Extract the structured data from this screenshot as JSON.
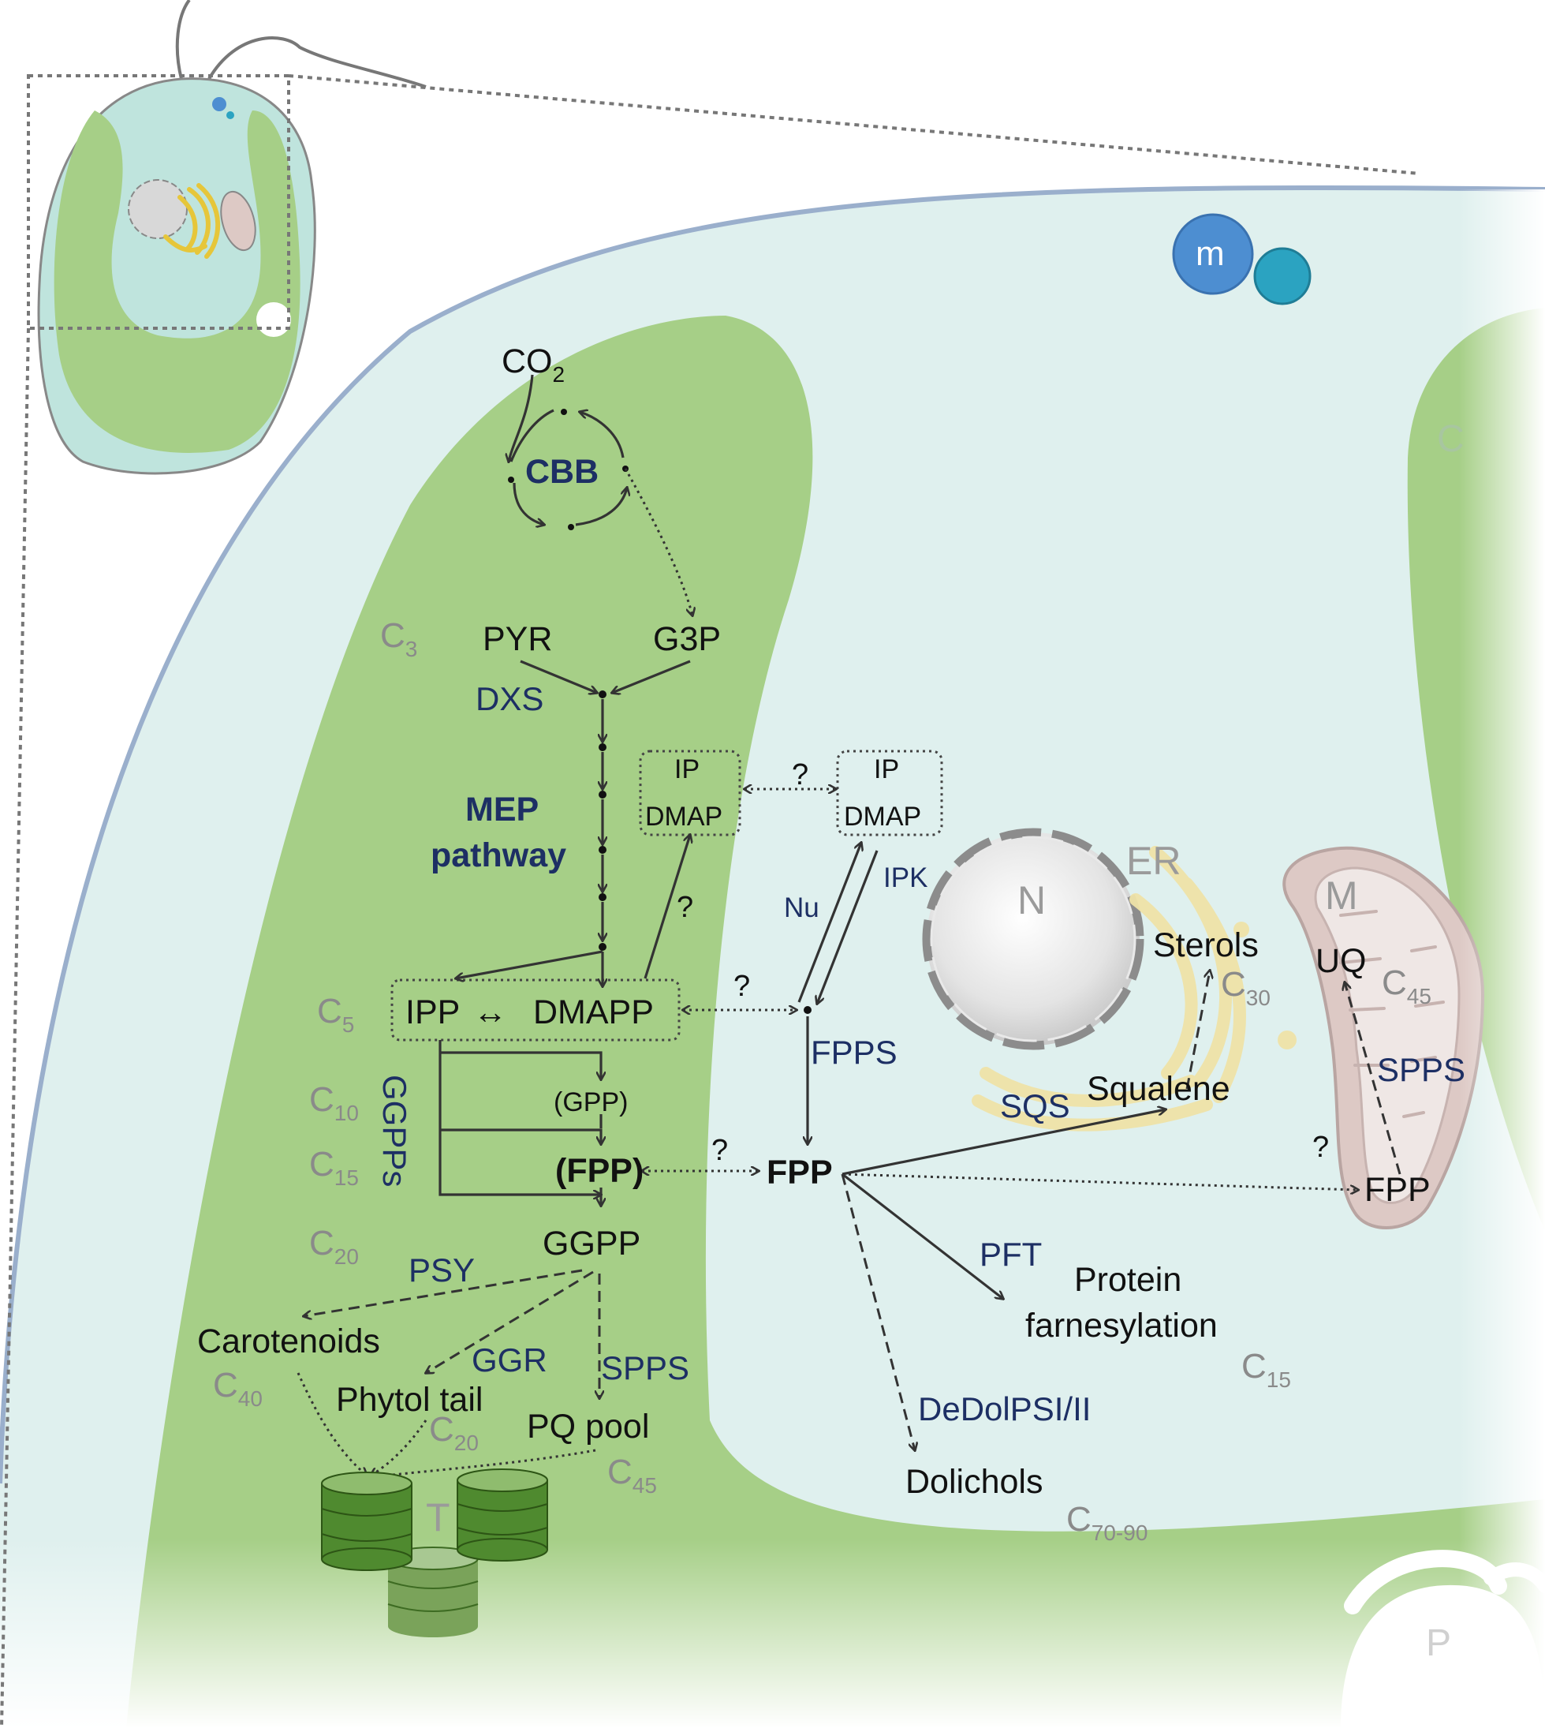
{
  "labels": {
    "co2": "CO",
    "co2_sub": "2",
    "cbb": "CBB",
    "c3": "C",
    "c3_sub": "3",
    "pyr": "PYR",
    "g3p": "G3P",
    "dxs": "DXS",
    "mep_1": "MEP",
    "mep_2": "pathway",
    "ip_plastid": "IP",
    "dmap_plastid": "DMAP",
    "ip_cyto": "IP",
    "dmap_cyto": "DMAP",
    "q_exchange": "?",
    "q_mep": "?",
    "q_dmapp": "?",
    "q_fpp": "?",
    "q_mito": "?",
    "nu": "Nu",
    "ipk": "IPK",
    "c5": "C",
    "c5_sub": "5",
    "ipp": "IPP",
    "ipp_dmapp_arrow": "↔",
    "dmapp": "DMAPP",
    "fpps": "FPPS",
    "c10": "C",
    "c10_sub": "10",
    "c15_left": "C",
    "c15_left_sub": "15",
    "c20": "C",
    "c20_sub": "20",
    "ggpps": "GGPPs",
    "gpp": "(GPP)",
    "fpp_plastid": "(FPP)",
    "fpp_cyto": "FPP",
    "ggpp": "GGPP",
    "psy": "PSY",
    "ggr": "GGR",
    "spps_plastid": "SPPS",
    "carotenoids": "Carotenoids",
    "c40": "C",
    "c40_sub": "40",
    "phytol": "Phytol tail",
    "c20_b": "C",
    "c20_b_sub": "20",
    "pq_pool": "PQ pool",
    "c45_pq": "C",
    "c45_pq_sub": "45",
    "t": "T",
    "n": "N",
    "er": "ER",
    "m": "M",
    "sterols": "Sterols",
    "c30": "C",
    "c30_sub": "30",
    "sqs": "SQS",
    "squalene": "Squalene",
    "uq": "UQ",
    "c45_uq": "C",
    "c45_uq_sub": "45",
    "spps_mito": "SPPS",
    "fpp_mito": "FPP",
    "pft": "PFT",
    "protein_1": "Protein",
    "protein_2": "farnesylation",
    "c15_right": "C",
    "c15_right_sub": "15",
    "dedolps": "DeDolPSI/II",
    "dolichols": "Dolichols",
    "c70": "C",
    "c70_sub": "70-90",
    "m_small": "m",
    "c_right": "C",
    "p": "P"
  },
  "colors": {
    "cytosol": "#dff0ee",
    "chloroplast": "#a6cf87",
    "cell_border": "#9aafcc",
    "enzyme_text": "#1d2f64",
    "carbon_text": "#8a8a8a",
    "er": "#f2e8b2",
    "mito_outer": "#ddc9c5",
    "mito_inner": "#efe7e5",
    "thylakoid": "#4f8a2f",
    "m_vesicle": "#4d8ed1",
    "teal_vesicle": "#2ba3c1"
  }
}
